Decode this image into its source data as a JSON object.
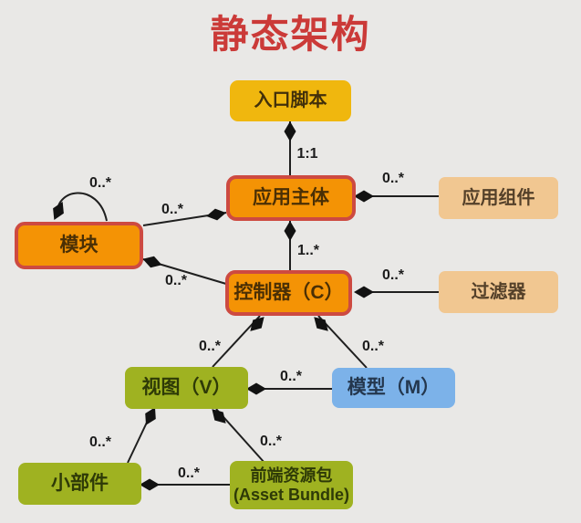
{
  "title": "静态架构",
  "colors": {
    "background": "#e9e8e6",
    "title": "#cb3a38",
    "yellow_node": "#f0b70e",
    "orange_node": "#f49305",
    "orange_border": "#cd4a41",
    "tan_node": "#f1c791",
    "green_node": "#9fb221",
    "blue_node": "#7cb2e9",
    "line": "#1f1f1f"
  },
  "nodes": {
    "entry_script": {
      "label": "入口脚本"
    },
    "app_body": {
      "label": "应用主体"
    },
    "module": {
      "label": "模块"
    },
    "controller": {
      "label": "控制器（C）"
    },
    "app_component": {
      "label": "应用组件"
    },
    "filter": {
      "label": "过滤器"
    },
    "view": {
      "label": "视图（V）"
    },
    "model": {
      "label": "模型（M）"
    },
    "widget": {
      "label": "小部件"
    },
    "asset_bundle": {
      "label": "前端资源包",
      "sublabel": "(Asset Bundle)"
    }
  },
  "edges": {
    "entry_appbody": {
      "from": "entry_script",
      "to": "app_body",
      "label": "1:1"
    },
    "module_self": {
      "from": "module",
      "to": "module",
      "label": "0..*"
    },
    "module_appbody": {
      "from": "module",
      "to": "app_body",
      "label": "0..*"
    },
    "appbody_appcomp": {
      "from": "app_body",
      "to": "app_component",
      "label": "0..*"
    },
    "appbody_ctrl": {
      "from": "app_body",
      "to": "controller",
      "label": "1..*"
    },
    "module_ctrl": {
      "from": "module",
      "to": "controller",
      "label": "0..*"
    },
    "ctrl_filter": {
      "from": "controller",
      "to": "filter",
      "label": "0..*"
    },
    "ctrl_view": {
      "from": "controller",
      "to": "view",
      "label": "0..*"
    },
    "ctrl_model": {
      "from": "controller",
      "to": "model",
      "label": "0..*"
    },
    "view_model": {
      "from": "view",
      "to": "model",
      "label": "0..*"
    },
    "view_widget": {
      "from": "view",
      "to": "widget",
      "label": "0..*"
    },
    "view_asset": {
      "from": "view",
      "to": "asset_bundle",
      "label": "0..*"
    },
    "widget_asset": {
      "from": "widget",
      "to": "asset_bundle",
      "label": "0..*"
    }
  }
}
